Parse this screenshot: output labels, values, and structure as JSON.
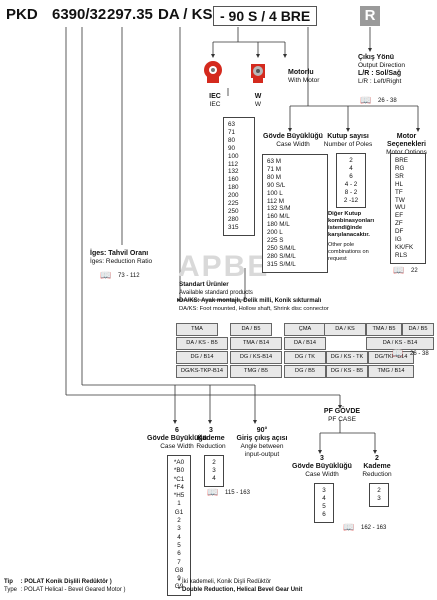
{
  "header": {
    "pkd": "PKD",
    "ratio_code": "6390/32",
    "ratio_value": "297.35",
    "daks": "DA / KS",
    "motor_code": "- 90 S / 4  BRE",
    "r_code": "R"
  },
  "output_direction": {
    "tr": "Çıkış Yönü",
    "en": "Output Direction",
    "options": "L/R : Sol/Sağ",
    "options_en": "L/R : Left/Right",
    "pages": "26 - 38"
  },
  "motor_types": {
    "iec_tr": "IEC",
    "iec_en": "IEC",
    "w_tr": "W",
    "w_en": "W"
  },
  "motor": {
    "tr": "Motorlu",
    "en": "With Motor"
  },
  "case_width_list": [
    "63",
    "71",
    "80",
    "90",
    "100",
    "112",
    "132",
    "160",
    "180",
    "200",
    "225",
    "250",
    "280",
    "315"
  ],
  "case_width": {
    "tr": "Gövde Büyüklüğü",
    "en": "Case Width"
  },
  "case_width_motor_list": [
    "63  M",
    "71  M",
    "80  M",
    "90  S/L",
    "100 L",
    "112 M",
    "132 S/M",
    "160 M/L",
    "180 M/L",
    "200 L",
    "225 S",
    "250 S/M/L",
    "280 S/M/L",
    "315 S/M/L"
  ],
  "poles": {
    "tr": "Kutup sayısı",
    "en": "Number of Poles"
  },
  "poles_list": [
    "2",
    "4",
    "6",
    "4 - 2",
    "8 - 2",
    "2 -12"
  ],
  "poles_note_tr": "Diğer Kutup kombinasyonları istendiğinde karşılanacaktır.",
  "poles_note_en": "Other pole combinations on request",
  "motor_options": {
    "tr": "Motor Seçenekleri",
    "en": "Motor Options",
    "pages": "22"
  },
  "motor_options_list": [
    "BRE",
    "RG",
    "SR",
    "HL",
    "TF",
    "TW",
    "WU",
    "EF",
    "ZF",
    "DF",
    "IG",
    "KK/FK",
    "RLS"
  ],
  "ratio": {
    "tr": "İges: Tahvil Oranı",
    "en": "İges: Reduction Ratio",
    "pages": "73 - 112"
  },
  "standard": {
    "title_tr": "Standart Ürünler",
    "title_en": "Available standard products",
    "daks_tr": "DA/KS: Ayak montajlı, Delik milli, Konik sıkturmalı",
    "daks_en": "DA/KS: Foot mounted, Hollow shaft, Shrink disc connector",
    "pages": "26 - 38"
  },
  "products": [
    [
      "TMA",
      "DA / B5",
      "ÇMA",
      "DA / KS",
      "TMA / B5",
      "DA / B5"
    ],
    [
      "DA / KS - B5",
      "TMA / B14",
      "DA / B14",
      "",
      "DA / KS - B14",
      ""
    ],
    [
      "DG / B14",
      "DG / KS-B14",
      "DG / TK",
      "DG / KS - TK",
      "DG/TKP-B14",
      ""
    ],
    [
      "DG/KS-TKP-B14",
      "TMG / B5",
      "DG / B5",
      "DG / KS - B5",
      "TMG / B14",
      ""
    ]
  ],
  "stage6": {
    "num": "6",
    "tr": "Gövde Büyüklüğü",
    "en": "Case Width",
    "list": [
      "*A0",
      "*B0",
      "*C1",
      "*F4",
      "*H5",
      "1",
      "G1",
      "2",
      "3",
      "4",
      "5",
      "6",
      "7",
      "G8",
      "9",
      "G9"
    ]
  },
  "stage3": {
    "num": "3",
    "tr": "Kademe",
    "en": "Reduction",
    "list": [
      "2",
      "3",
      "4"
    ],
    "pages": "115 - 163"
  },
  "angle": {
    "num": "90°",
    "tr": "Giriş çıkış açısı",
    "en": "Angle between input-output"
  },
  "pf": {
    "tr": "PF GÖVDE",
    "en": "PF CASE"
  },
  "pf_case": {
    "num": "3",
    "tr": "Gövde Büyüklüğü",
    "en": "Case Width",
    "list": [
      "3",
      "4",
      "5",
      "6"
    ],
    "pages": "162 - 163"
  },
  "pf_reduction": {
    "num": "2",
    "tr": "Kademe",
    "en": "Reduction",
    "list": [
      "2",
      "3"
    ]
  },
  "footer": {
    "tip_label": "Tip",
    "tip_value": ": POLAT Konik Dişlili Redüktör )",
    "type_label": "Type",
    "type_value": ": POLAT Helical - Bevel Geared Motor )",
    "note_tr": "* İki kademeli, Konik Dişli Redüktör",
    "note_en": "* Double Reduction, Helical Bevel Gear Unit"
  },
  "watermark": "APBE",
  "colors": {
    "motor_red": "#d42a1e",
    "grid_gray": "#e8e8e8",
    "r_box": "#9a9a9a"
  }
}
